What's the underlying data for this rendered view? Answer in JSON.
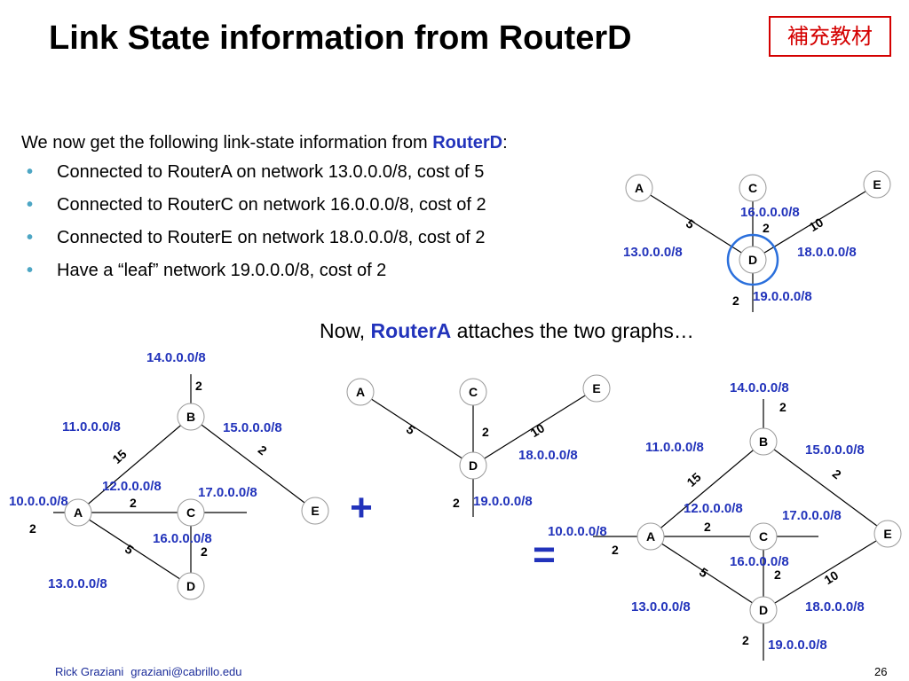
{
  "title": "Link State information from RouterD",
  "badge": "補充教材",
  "intro": {
    "prefix": "We now get the following link-state information from ",
    "router": "RouterD",
    "suffix": ":"
  },
  "bullets": [
    "Connected to RouterA on network 13.0.0.0/8, cost of 5",
    "Connected to RouterC on network 16.0.0.0/8, cost of 2",
    "Connected to RouterE on network 18.0.0.0/8, cost of 2",
    "Have a “leaf” network 19.0.0.0/8, cost of 2"
  ],
  "now": {
    "prefix": "Now, ",
    "router": "RouterA",
    "suffix": " attaches the two graphs…"
  },
  "operators": {
    "plus": "+",
    "equals": "="
  },
  "footer": {
    "author": "Rick Graziani",
    "email": "graziani@cabrillo.edu",
    "page": "26"
  },
  "colors": {
    "network_label": "#2233bb",
    "badge": "#d40000",
    "bullet": "#4da6c4",
    "highlight_circle": "#2a6fdc"
  },
  "diagram_topright": {
    "nodes": [
      "A",
      "C",
      "E",
      "D"
    ],
    "networks": [
      "16.0.0.0/8",
      "13.0.0.0/8",
      "18.0.0.0/8",
      "19.0.0.0/8"
    ],
    "costs": [
      "5",
      "2",
      "10",
      "2"
    ]
  },
  "diagram_left": {
    "nodes": [
      "B",
      "A",
      "C",
      "E",
      "D"
    ],
    "networks": [
      "14.0.0.0/8",
      "11.0.0.0/8",
      "15.0.0.0/8",
      "12.0.0.0/8",
      "17.0.0.0/8",
      "10.0.0.0/8",
      "16.0.0.0/8",
      "13.0.0.0/8"
    ],
    "costs": [
      "2",
      "15",
      "2",
      "2",
      "2",
      "5",
      "2"
    ]
  },
  "diagram_middle": {
    "nodes": [
      "A",
      "C",
      "E",
      "D"
    ],
    "networks": [
      "18.0.0.0/8",
      "19.0.0.0/8"
    ],
    "costs": [
      "5",
      "2",
      "10",
      "2"
    ]
  },
  "diagram_right": {
    "nodes": [
      "B",
      "A",
      "C",
      "E",
      "D"
    ],
    "networks": [
      "14.0.0.0/8",
      "11.0.0.0/8",
      "15.0.0.0/8",
      "12.0.0.0/8",
      "17.0.0.0/8",
      "10.0.0.0/8",
      "16.0.0.0/8",
      "13.0.0.0/8",
      "18.0.0.0/8",
      "19.0.0.0/8"
    ],
    "costs": [
      "2",
      "15",
      "2",
      "2",
      "2",
      "5",
      "2",
      "10",
      "2"
    ]
  }
}
